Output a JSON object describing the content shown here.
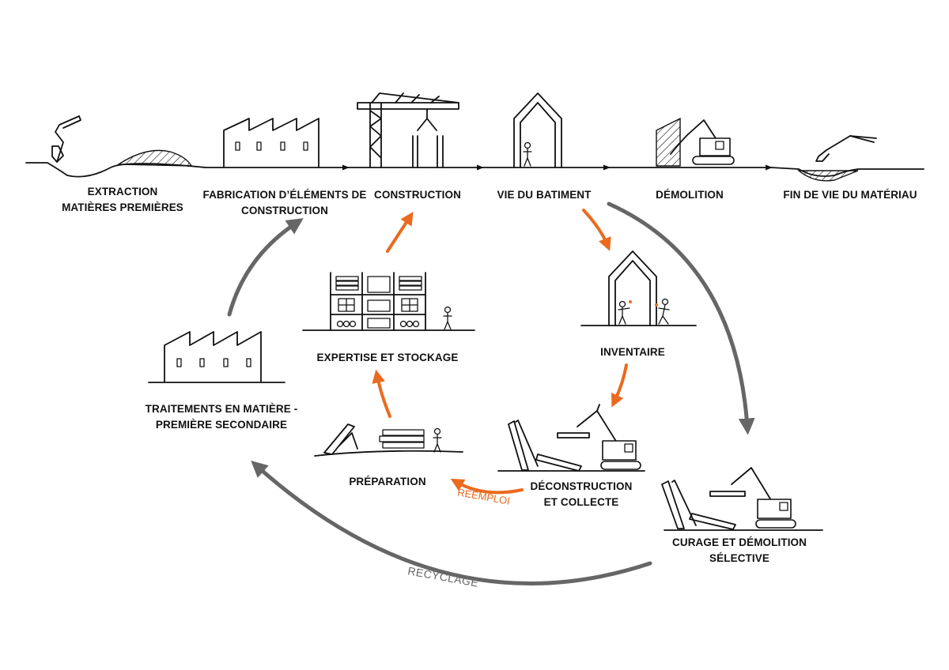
{
  "colors": {
    "ink": "#111111",
    "recycle_arrow": "#666666",
    "reuse_arrow": "#ea6a1f"
  },
  "timeline": [
    {
      "id": "extraction",
      "lines": [
        "EXTRACTION",
        "MATIÈRES PREMIÈRES"
      ]
    },
    {
      "id": "fabrication",
      "lines": [
        "FABRICATION D’ÉLÉMENTS DE",
        "CONSTRUCTION"
      ]
    },
    {
      "id": "construction",
      "lines": [
        "CONSTRUCTION"
      ]
    },
    {
      "id": "vie",
      "lines": [
        "VIE DU BATIMENT"
      ]
    },
    {
      "id": "demolition",
      "lines": [
        "DÉMOLITION"
      ]
    },
    {
      "id": "fin",
      "lines": [
        "FIN DE VIE DU MATÉRIAU"
      ]
    }
  ],
  "loop": [
    {
      "id": "inventaire",
      "lines": [
        "INVENTAIRE"
      ]
    },
    {
      "id": "deconstruction",
      "lines": [
        "DÉCONSTRUCTION",
        "ET COLLECTE"
      ]
    },
    {
      "id": "preparation",
      "lines": [
        "PRÉPARATION"
      ]
    },
    {
      "id": "expertise",
      "lines": [
        "EXPERTISE ET STOCKAGE"
      ]
    },
    {
      "id": "curage",
      "lines": [
        "CURAGE ET DÉMOLITION",
        "SÉLECTIVE"
      ]
    },
    {
      "id": "traitements",
      "lines": [
        "TRAITEMENTS EN MATIÈRE -",
        "PREMIÈRE SECONDAIRE"
      ]
    }
  ],
  "reuse_label": "REEMPLOI",
  "recycle_label": "RECYCLAGE",
  "icons": [
    "excavator-arm-icon",
    "factory-icon",
    "crane-icon",
    "house-icon",
    "excavator-icon",
    "storage-rack-icon",
    "person-icon",
    "lumber-stack-icon",
    "fallen-panels-icon"
  ]
}
